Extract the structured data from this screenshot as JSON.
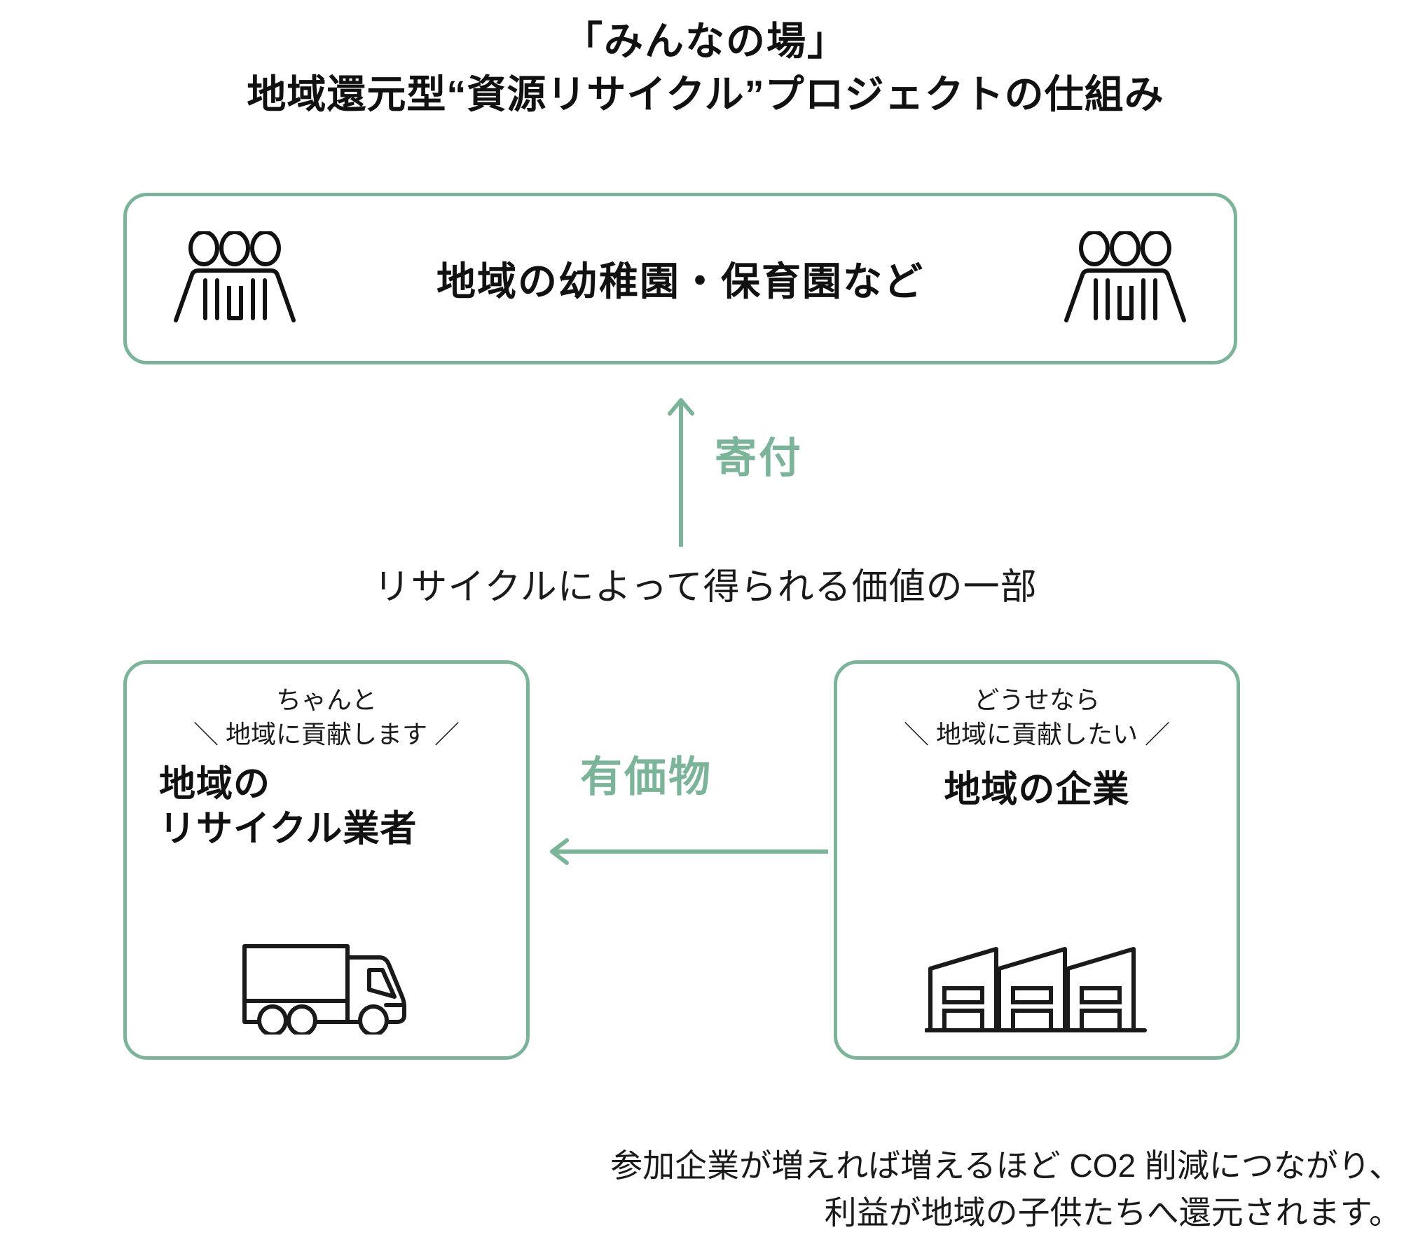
{
  "colors": {
    "accent_green": "#7cb49a",
    "text_dark": "#1a1a1a",
    "background": "#ffffff"
  },
  "title": {
    "line1": "「みんなの場」",
    "line2": "地域還元型“資源リサイクル”プロジェクトの仕組み"
  },
  "top_card": {
    "label": "地域の幼稚園・保育園など",
    "left_icon": "people-group-icon",
    "right_icon": "people-group-icon"
  },
  "donation_flow": {
    "label": "寄付",
    "arrow_icon": "arrow-up-icon"
  },
  "middle_caption": "リサイクルによって得られる価値の一部",
  "recycler_card": {
    "kicker_line1": "ちゃんと",
    "kicker_line2": "＼ 地域に貢献します ／",
    "title_line1": "地域の",
    "title_line2": "リサイクル業者",
    "icon": "truck-icon"
  },
  "company_card": {
    "kicker_line1": "どうせなら",
    "kicker_line2": "＼ 地域に貢献したい ／",
    "title_line1": "地域の企業",
    "icon": "factory-icon"
  },
  "valuables_flow": {
    "label": "有価物",
    "arrow_icon": "arrow-left-icon"
  },
  "footer": {
    "line1": "参加企業が増えれば増えるほど CO2 削減につながり、",
    "line2": "利益が地域の子供たちへ還元されます。"
  }
}
